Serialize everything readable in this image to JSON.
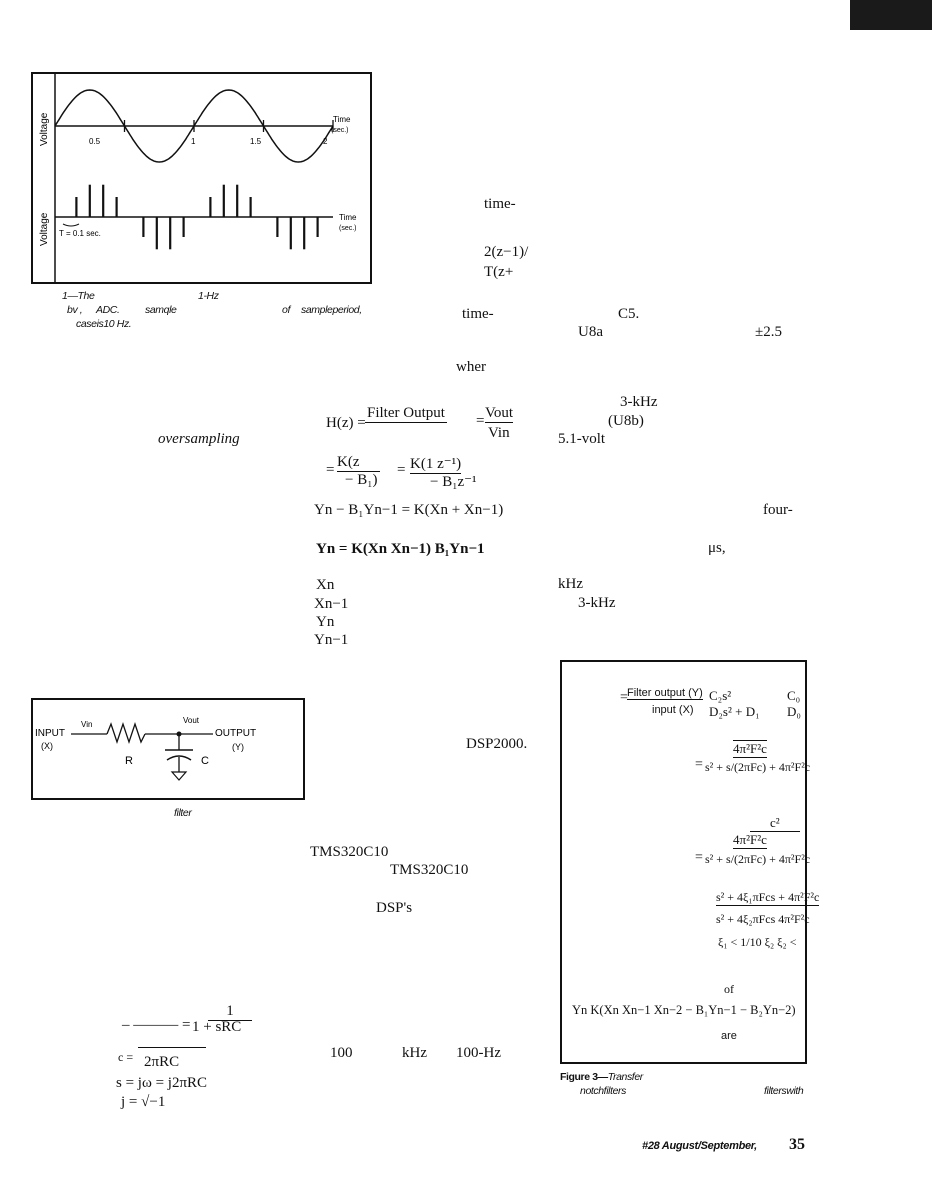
{
  "page": {
    "footer_issue": "#28 August/September,",
    "page_number": "35"
  },
  "figure1": {
    "ylabel_top": "Voltage",
    "ylabel_bottom": "Voltage",
    "time_label": "Time",
    "time_unit": "(sec.)",
    "ticks": [
      "0.5",
      "1",
      "1.5",
      "2"
    ],
    "period_label": "T = 0.1 sec.",
    "caption_line1": [
      "1—The",
      "1-Hz"
    ],
    "caption_line2": [
      "bv ,",
      "ADC.",
      "samqle",
      "of",
      "sampleperiod,"
    ],
    "caption_line3": "caseis10 Hz."
  },
  "figure2": {
    "input_label": "INPUT",
    "x_label": "(X)",
    "vin": "Vin",
    "vout": "Vout",
    "output_label": "OUTPUT",
    "y_label": "(Y)",
    "r": "R",
    "c": "C",
    "caption": "filter"
  },
  "figure3": {
    "caption_head": "Figure 3—",
    "caption_rest": "Transfer",
    "caption_line2": "notchfilters",
    "caption_line2b": "filterswith",
    "lines": {
      "num1": "Filter output (Y)",
      "rhs1": "C₂s²",
      "c0": "C₀",
      "den1": "input (X)",
      "den1b": "D₂s² + D₁",
      "d0": "D₀",
      "b1_num": "4π²F²c",
      "b1_den": "s² + s/(2πFc) + 4π²F²c",
      "b2_top": "c²",
      "b2_num": "4π²F²c",
      "b2_den": "s² + s/(2πFc) + 4π²F²c",
      "n_num": "s² + 4ξ₁πFcs + 4π²F²c",
      "n_den": "s² + 4ξ₂πFcs   4π²F²c",
      "xi": "ξ₁ < 1/10 ξ₂ ξ₂ <",
      "of": "of",
      "diff": "Yn   K(Xn    Xn−1    Xn−2 − B₁Yn−1 − B₂Yn−2)",
      "are": "are"
    }
  },
  "column2": {
    "time1": "time-",
    "z1": "2(z−1)/",
    "z2": "T(z+",
    "time2": "time-",
    "wher": "wher",
    "oversampling": "oversampling",
    "hz_lhs": "H(z) =",
    "hz_num": "Filter Output",
    "hz_vout": "Vout",
    "hz_vin": "Vin",
    "k1_num": "K(z",
    "k1_den": "− B₁)",
    "k2_num": "K(1   z⁻¹)",
    "k2_den": "− B₁z⁻¹",
    "eq_a": "Yn − B₁Yn−1 = K(Xn + Xn−1)",
    "eq_b": "Yn = K(Xn    Xn−1)   B₁Yn−1",
    "xn": "Xn",
    "xn1": "Xn−1",
    "yn": "Yn",
    "yn1": "Yn−1",
    "dsp2000": "DSP2000.",
    "tms1": "TMS320C10",
    "tms2": "TMS320C10",
    "dsps": "DSP's",
    "n100": "100",
    "khz": "kHz",
    "hz100": "100-Hz"
  },
  "column3": {
    "c5": "C5.",
    "u8a": "U8a",
    "pm25": "±2.5",
    "khz3": "3-kHz",
    "u8b": "(U8b)",
    "v51": "5.1-volt",
    "four": "four-",
    "us": "μs,",
    "khz": "kHz",
    "khz3b": "3-kHz"
  },
  "bottom_eq": {
    "frac": "1",
    "den": "1 + sRC",
    "c_eq": "c =",
    "c_den": "2πRC",
    "s_eq": "s = jω = j2πRC",
    "j_eq": "j = √−1"
  }
}
